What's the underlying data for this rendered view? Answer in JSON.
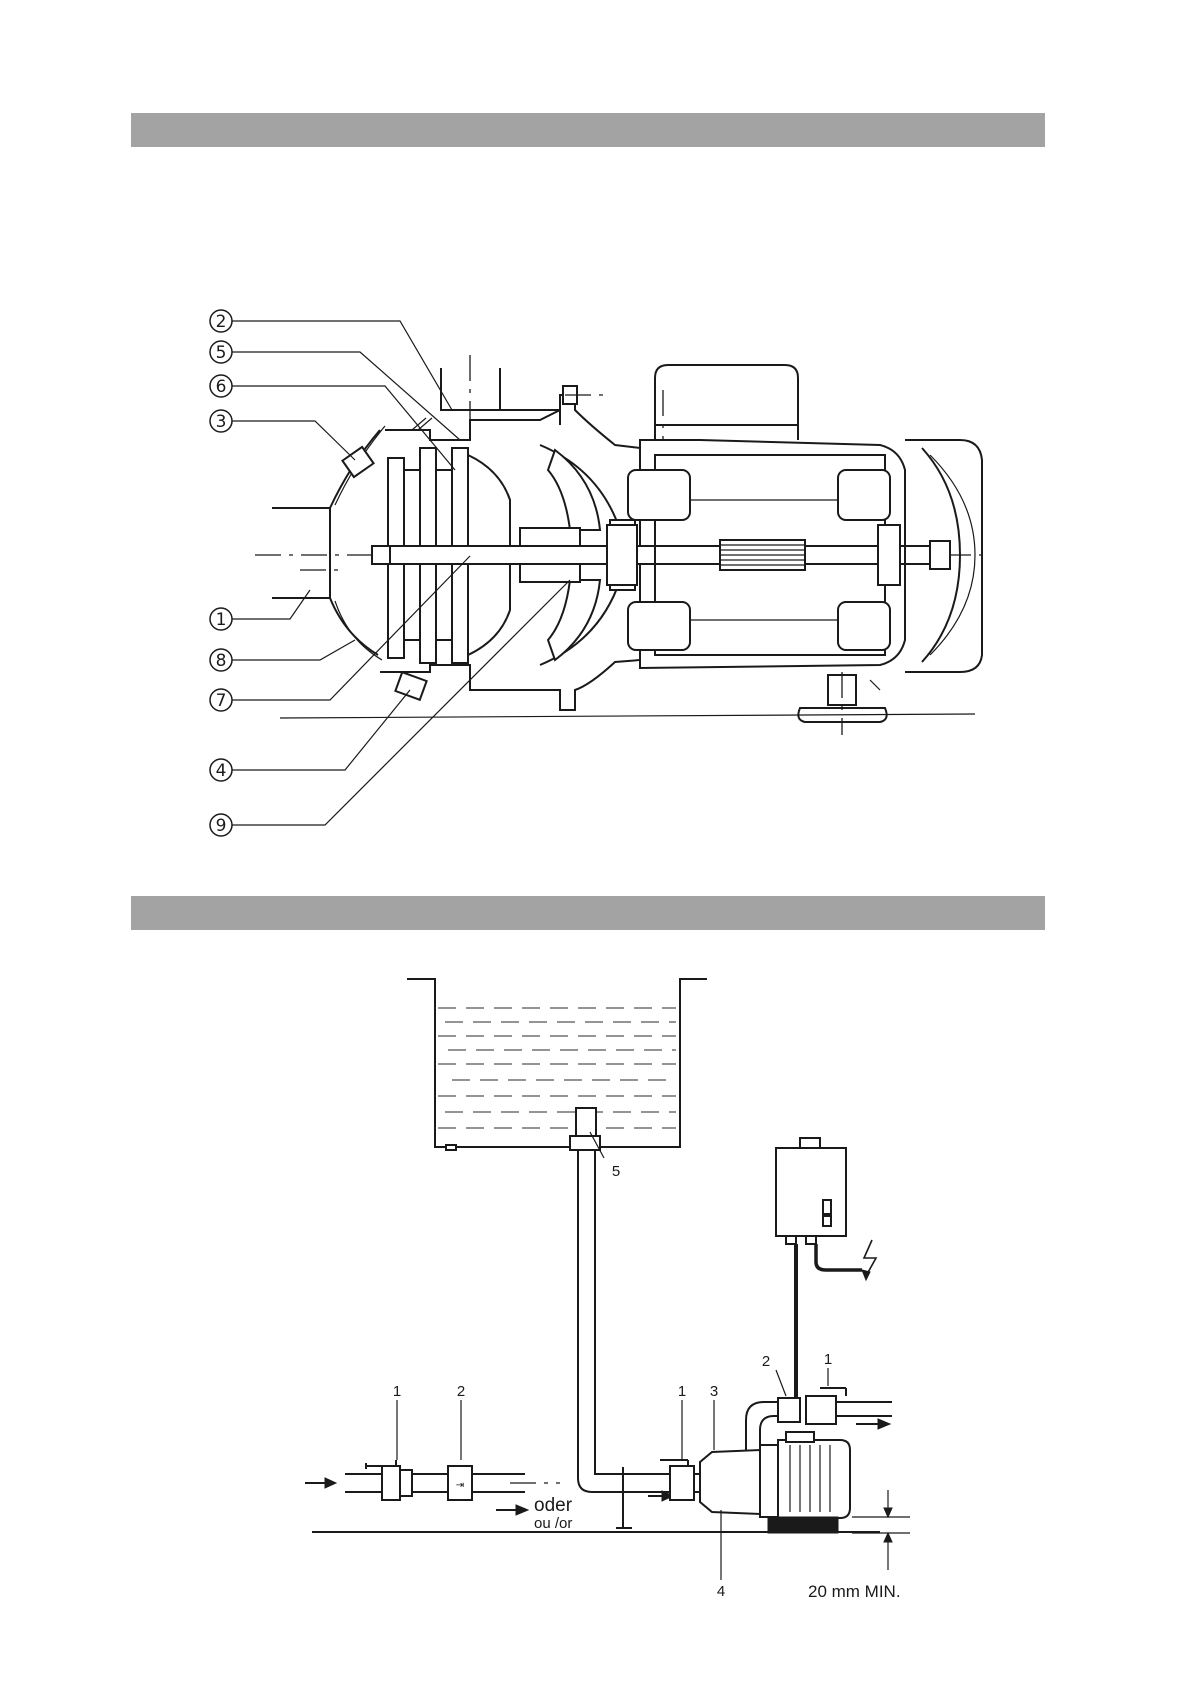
{
  "figure1": {
    "callouts": [
      "2",
      "5",
      "6",
      "3",
      "1",
      "8",
      "7",
      "4",
      "9"
    ]
  },
  "figure2": {
    "labels": {
      "inlet_valve": "1",
      "inlet_check": "2",
      "pump_valve": "1",
      "pump_inlet": "3",
      "outlet_check": "2",
      "outlet_valve": "1",
      "tank_foot": "5",
      "drain": "4",
      "oder": "oder",
      "ou_or": "ou /or",
      "clearance": "20 mm MIN."
    },
    "icons": [
      "arrow-right-icon",
      "lightning-icon"
    ]
  }
}
